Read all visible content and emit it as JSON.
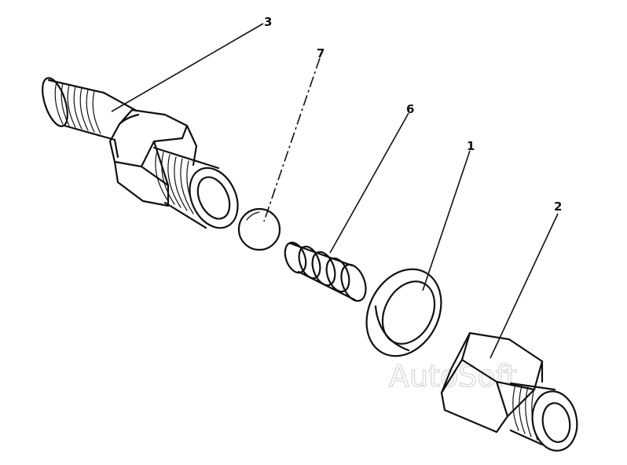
{
  "diagram": {
    "callouts": [
      {
        "id": "3",
        "label": "3"
      },
      {
        "id": "7",
        "label": "7"
      },
      {
        "id": "6",
        "label": "6"
      },
      {
        "id": "1",
        "label": "1"
      },
      {
        "id": "2",
        "label": "2"
      }
    ],
    "watermark": "AutoSoft"
  }
}
